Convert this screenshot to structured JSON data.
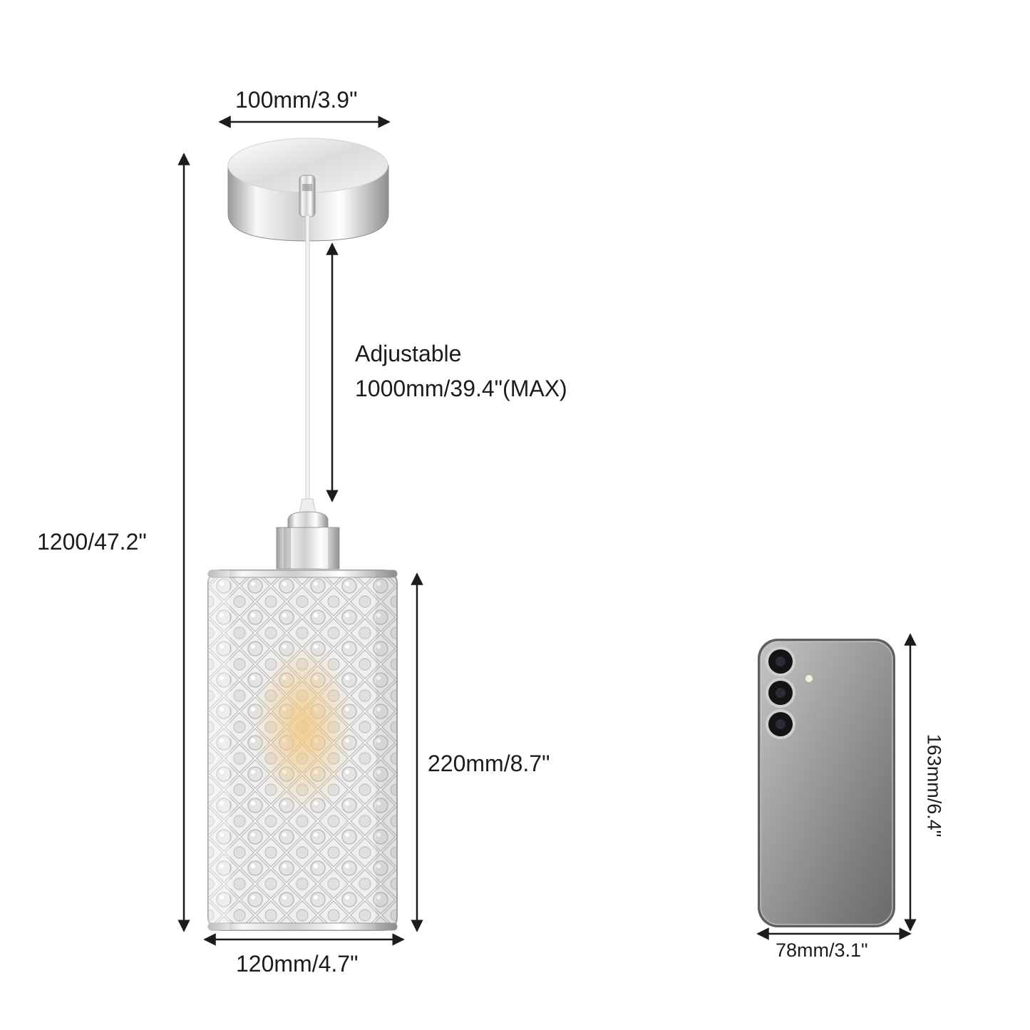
{
  "dimensions": {
    "canopy_width": "100mm/3.9\"",
    "total_height": "1200/47.2\"",
    "adjustable_label": "Adjustable",
    "adjustable_value": "1000mm/39.4\"(MAX)",
    "shade_height": "220mm/8.7\"",
    "shade_width": "120mm/4.7\""
  },
  "reference_phone": {
    "width": "78mm/3.1\"",
    "height": "163mm/6.4\""
  },
  "colors": {
    "line": "#1c1c1c",
    "chrome_light": "#f4f4f4",
    "chrome_mid": "#c9c9c9",
    "chrome_dark": "#8a8a8a",
    "phone_body": "#8e8e8e",
    "bulb_glow": "#e8b76a"
  },
  "icons": {
    "arrow_heads": "arrow-icon",
    "camera_lens": "camera-lens-icon"
  }
}
